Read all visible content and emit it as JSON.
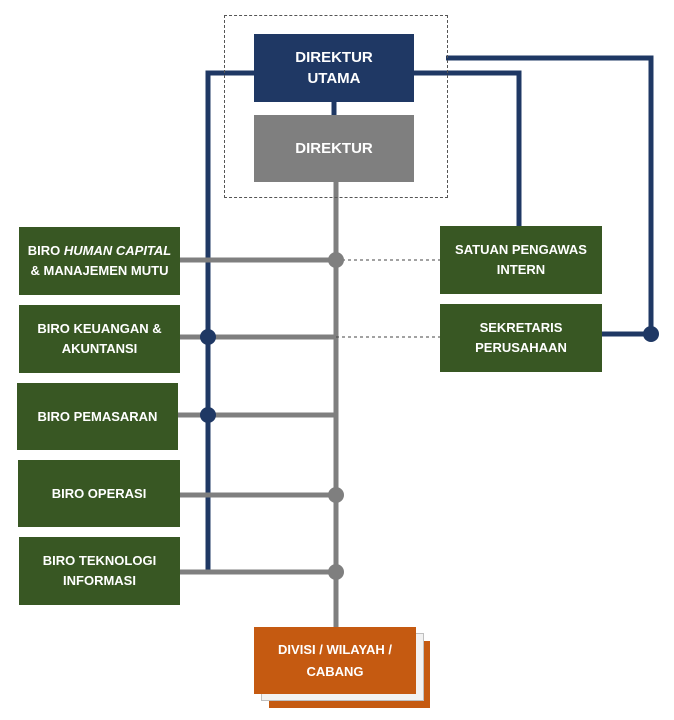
{
  "nodes": {
    "direktur_utama": "DIREKTUR UTAMA",
    "direktur": "DIREKTUR",
    "biro_hc_part1": "BIRO ",
    "biro_hc_italic": "HUMAN CAPITAL",
    "biro_hc_part2": " & MANAJEMEN MUTU",
    "biro_keuangan": "BIRO KEUANGAN & AKUNTANSI",
    "biro_pemasaran": "BIRO PEMASARAN",
    "biro_operasi": "BIRO OPERASI",
    "biro_ti": "BIRO TEKNOLOGI INFORMASI",
    "satuan_pengawas": "SATUAN PENGAWAS INTERN",
    "sekretaris": "SEKRETARIS PERUSAHAAN",
    "divisi": "DIVISI / WILAYAH / CABANG"
  },
  "colors": {
    "navy": "#1f3864",
    "grey": "#7f7f7f",
    "green": "#385723",
    "orange": "#c55a11"
  }
}
